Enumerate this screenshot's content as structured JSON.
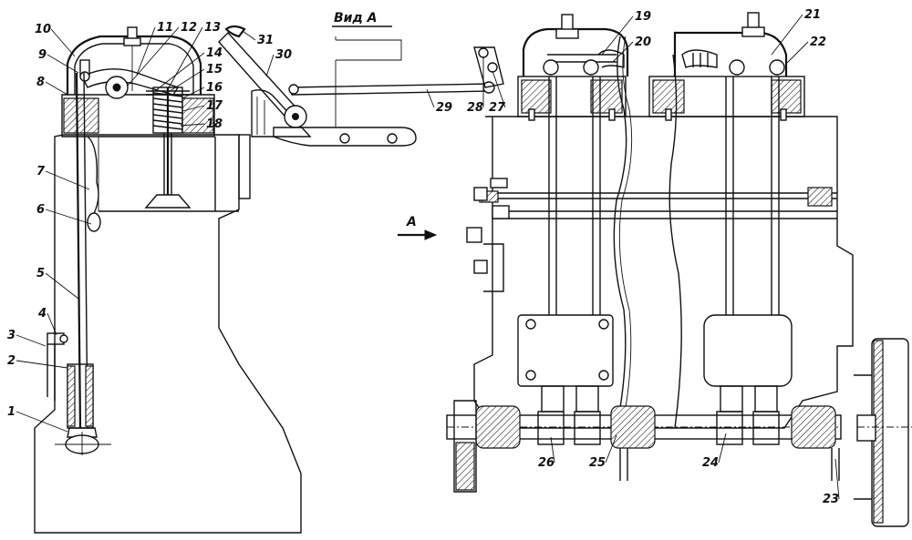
{
  "view_title": "Вид А",
  "direction_marker": "А",
  "callouts": [
    "1",
    "2",
    "3",
    "4",
    "5",
    "6",
    "7",
    "8",
    "9",
    "10",
    "11",
    "12",
    "13",
    "14",
    "15",
    "16",
    "17",
    "18",
    "19",
    "20",
    "21",
    "22",
    "23",
    "24",
    "25",
    "26",
    "27",
    "28",
    "29",
    "30",
    "31"
  ]
}
